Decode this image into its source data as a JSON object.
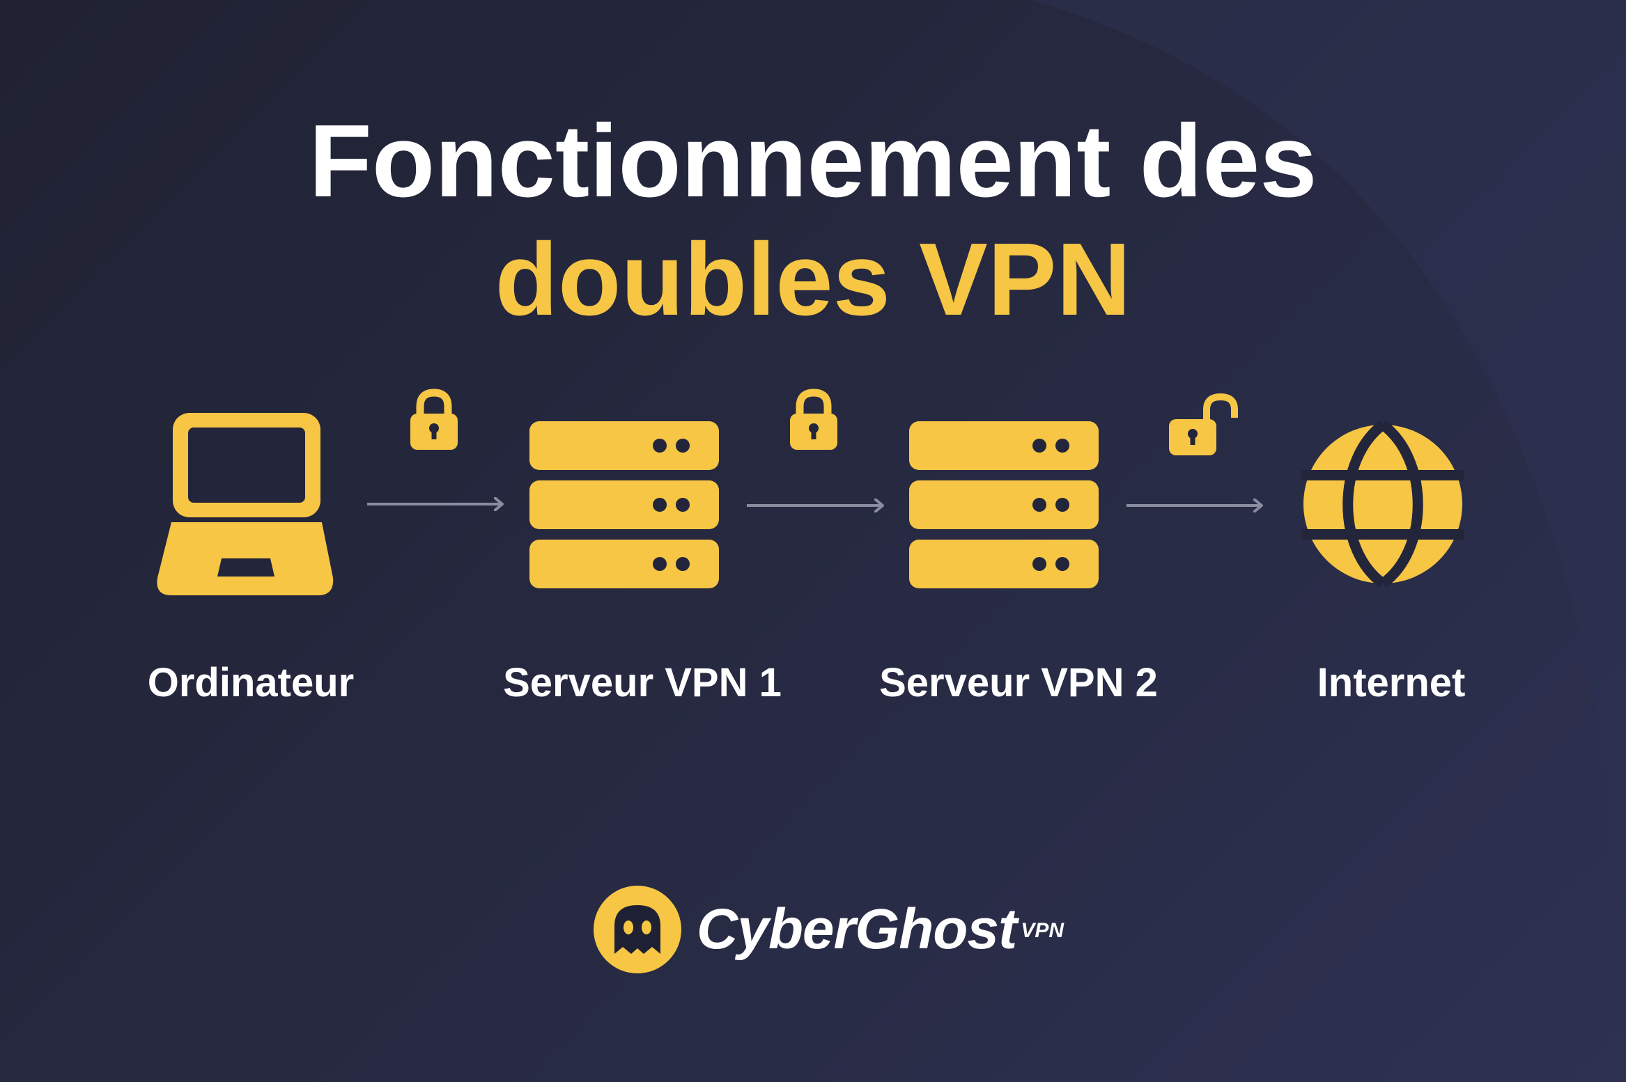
{
  "title": {
    "line1": "Fonctionnement des",
    "line2": "doubles VPN"
  },
  "nodes": [
    {
      "label": "Ordinateur",
      "icon": "laptop-icon"
    },
    {
      "label": "Serveur VPN 1",
      "icon": "server-icon"
    },
    {
      "label": "Serveur VPN 2",
      "icon": "server-icon"
    },
    {
      "label": "Internet",
      "icon": "globe-icon"
    }
  ],
  "links": [
    {
      "lock": "locked",
      "icon": "lock-closed-icon"
    },
    {
      "lock": "locked",
      "icon": "lock-closed-icon"
    },
    {
      "lock": "unlocked",
      "icon": "lock-open-icon"
    }
  ],
  "brand": {
    "name": "CyberGhost",
    "suffix": "VPN",
    "icon": "ghost-logo-icon"
  },
  "colors": {
    "accent": "#f6c644",
    "background": "#23253a",
    "text": "#ffffff",
    "arrow": "#8a8ca0"
  }
}
